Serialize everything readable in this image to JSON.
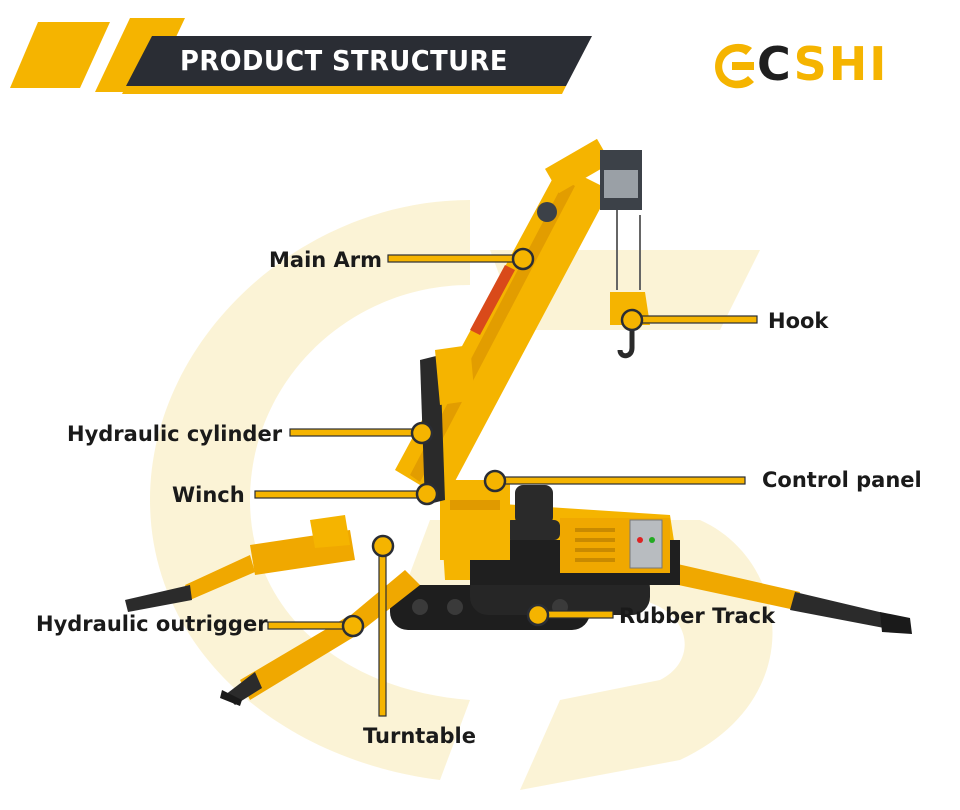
{
  "header": {
    "title": "PRODUCT STRUCTURE"
  },
  "brand": {
    "name_part1": "C",
    "name_part2": "SHI",
    "accent_color": "#f5b400",
    "dark_color": "#2a2d34"
  },
  "labels": {
    "main_arm": "Main Arm",
    "hook": "Hook",
    "hydraulic_cylinder": "Hydraulic cylinder",
    "control_panel": "Control panel",
    "winch": "Winch",
    "hydraulic_outrigger": "Hydraulic outrigger",
    "rubber_track": "Rubber Track",
    "turntable": "Turntable"
  }
}
